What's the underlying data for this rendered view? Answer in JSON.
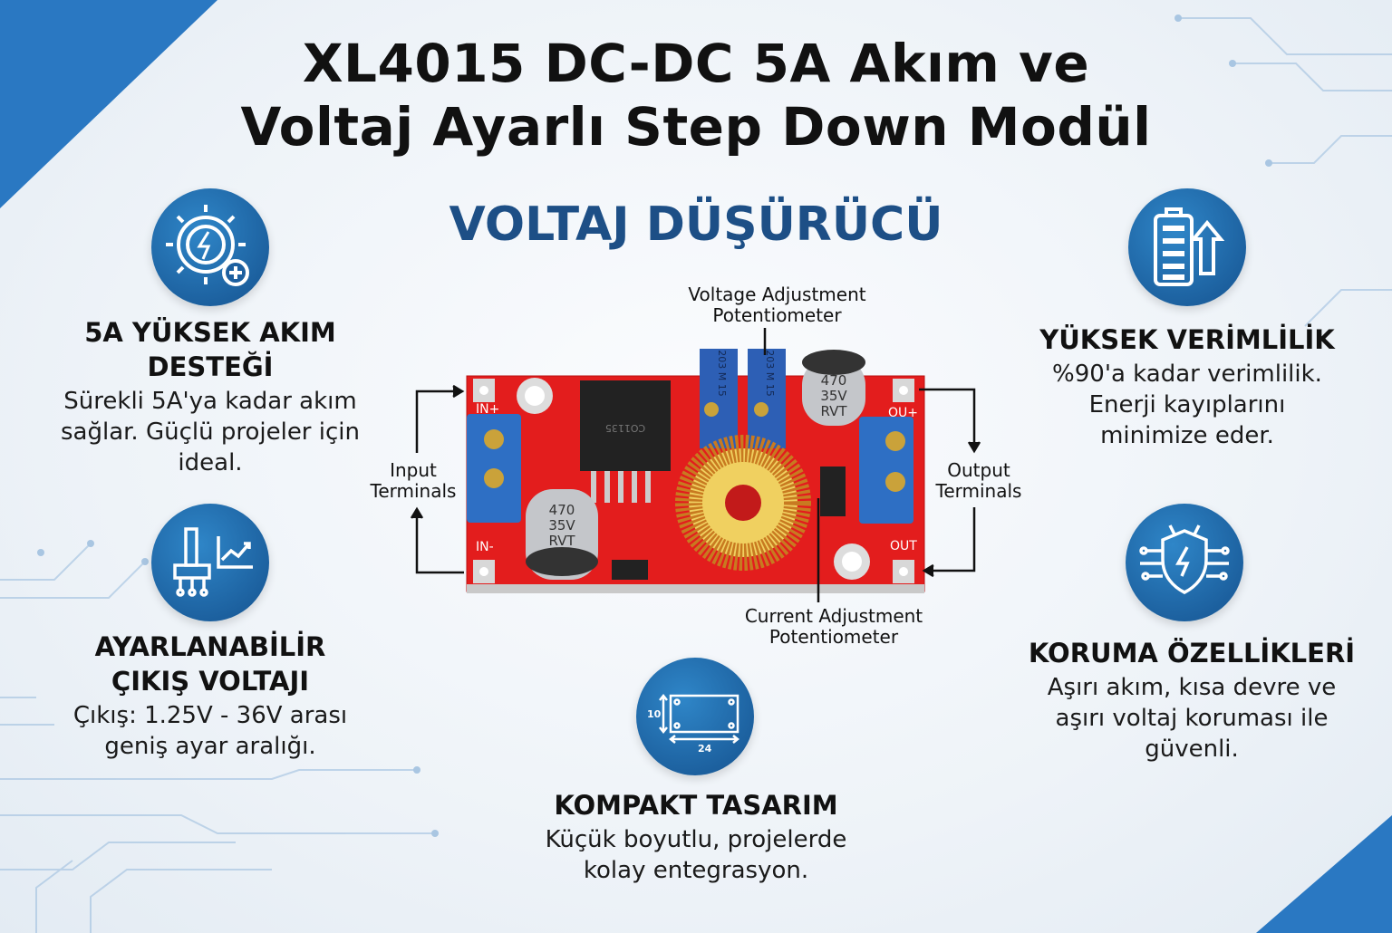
{
  "title": {
    "line1": "XL4015 DC-DC 5A Akım ve",
    "line2": "Voltaj Ayarlı Step Down Modül"
  },
  "subtitle": "VOLTAJ DÜŞÜRÜCÜ",
  "features": {
    "high_current": {
      "icon": "gear-lightning-plus-icon",
      "title": "5A YÜKSEK AKIM DESTEĞİ",
      "desc": "Sürekli 5A'ya kadar akım sağlar. Güçlü projeler için ideal."
    },
    "adjustable": {
      "icon": "potentiometer-chart-icon",
      "title": "AYARLANABİLİR ÇIKIŞ VOLTAJI",
      "desc": "Çıkış: 1.25V - 36V arası geniş ayar aralığı."
    },
    "efficiency": {
      "icon": "battery-up-icon",
      "title": "YÜKSEK VERİMLİLİK",
      "desc": "%90'a kadar verimlilik. Enerji kayıplarını minimize eder."
    },
    "protection": {
      "icon": "shield-circuit-icon",
      "title": "KORUMA ÖZELLİKLERİ",
      "desc": "Aşırı akım, kısa devre ve aşırı voltaj koruması ile güvenli."
    },
    "compact": {
      "icon": "dimensions-icon",
      "title": "KOMPAKT TASARIM",
      "desc": "Küçük boyutlu, projelerde kolay entegrasyon.",
      "dim_height": "10",
      "dim_width": "24"
    }
  },
  "board": {
    "label_voltage_pot": "Voltage Adjustment Potentiometer",
    "label_current_pot": "Current Adjustment Potentiometer",
    "label_input": "Input Terminals",
    "label_output": "Output Terminals",
    "silk_in_plus": "IN+",
    "silk_in_minus": "IN-",
    "silk_out_plus": "OU+",
    "silk_out_minus": "OUT",
    "cap_text": [
      "470",
      "35V",
      "RVT"
    ],
    "pot_text": "203 M 15",
    "ic_text": "CO1135"
  },
  "colors": {
    "accent": "#1d4f86",
    "corner": "#2a78c2",
    "pcb": "#e31d1d",
    "terminal": "#2e6fc4"
  }
}
